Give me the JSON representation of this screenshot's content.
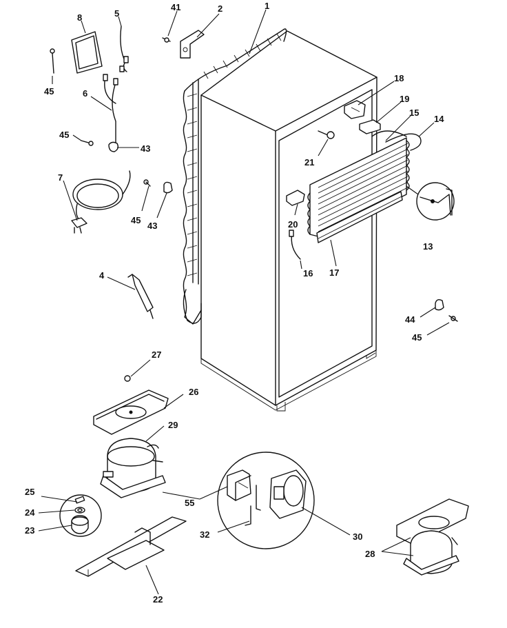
{
  "callouts": {
    "c1": "1",
    "c2": "2",
    "c4": "4",
    "c5": "5",
    "c6": "6",
    "c7": "7",
    "c8": "8",
    "c13": "13",
    "c14": "14",
    "c15": "15",
    "c16": "16",
    "c17": "17",
    "c18": "18",
    "c19": "19",
    "c20": "20",
    "c21": "21",
    "c22": "22",
    "c23": "23",
    "c24": "24",
    "c25": "25",
    "c26": "26",
    "c27": "27",
    "c28": "28",
    "c29": "29",
    "c30": "30",
    "c32": "32",
    "c41": "41",
    "c43a": "43",
    "c43b": "43",
    "c44": "44",
    "c45a": "45",
    "c45b": "45",
    "c45c": "45",
    "c45d": "45",
    "c55": "55"
  },
  "colors": {
    "line": "#111111",
    "background": "#ffffff"
  }
}
